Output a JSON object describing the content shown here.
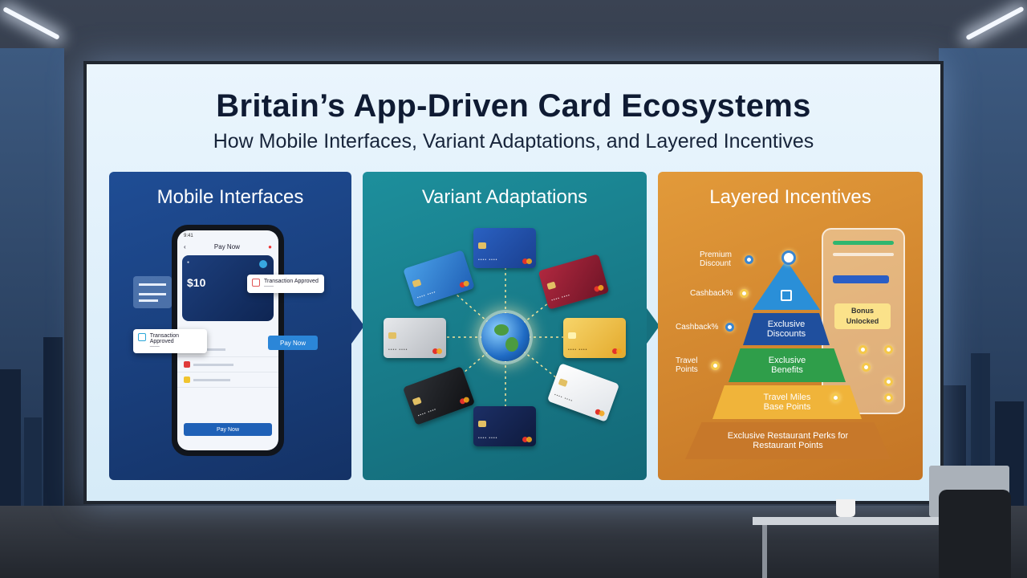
{
  "headline": {
    "title": "Britain’s App-Driven Card Ecosystems",
    "subtitle": "How Mobile Interfaces, Variant Adaptations, and Layered Incentives"
  },
  "panels": {
    "mobile": {
      "title": "Mobile Interfaces",
      "phone": {
        "header": "Pay Now",
        "balance": "$10",
        "button_label": "Pay Now"
      },
      "toast_top": {
        "title": "Transaction Approved"
      },
      "toast_bottom": {
        "title": "Transaction Approved"
      },
      "side_button": "Pay Now"
    },
    "variants": {
      "title": "Variant Adaptations"
    },
    "incentives": {
      "title": "Layered Incentives",
      "left_labels": [
        "Premium Discount",
        "Cashback%",
        "Cashback%",
        "Travel Points"
      ],
      "tiers": [
        "Exclusive Discounts",
        "Exclusive Benefits",
        "Travel Miles Base Points",
        "Exclusive Restaurant Perks for Restaurant Points"
      ],
      "bonus": "Bonus Unlocked"
    }
  },
  "colors": {
    "panel_mobile": "#1f4d95",
    "panel_variants": "#1d8f9c",
    "panel_incentives": "#e29a3a",
    "tier_top": "#2a8fd8",
    "tier_blue": "#1f4f9e",
    "tier_green": "#2f9e4a",
    "tier_yellow": "#f0b43a",
    "tier_base": "#c7782a"
  },
  "icons": [
    "check-icon",
    "mastercard-logo-icon",
    "contactless-icon",
    "globe-icon",
    "target-icon"
  ]
}
